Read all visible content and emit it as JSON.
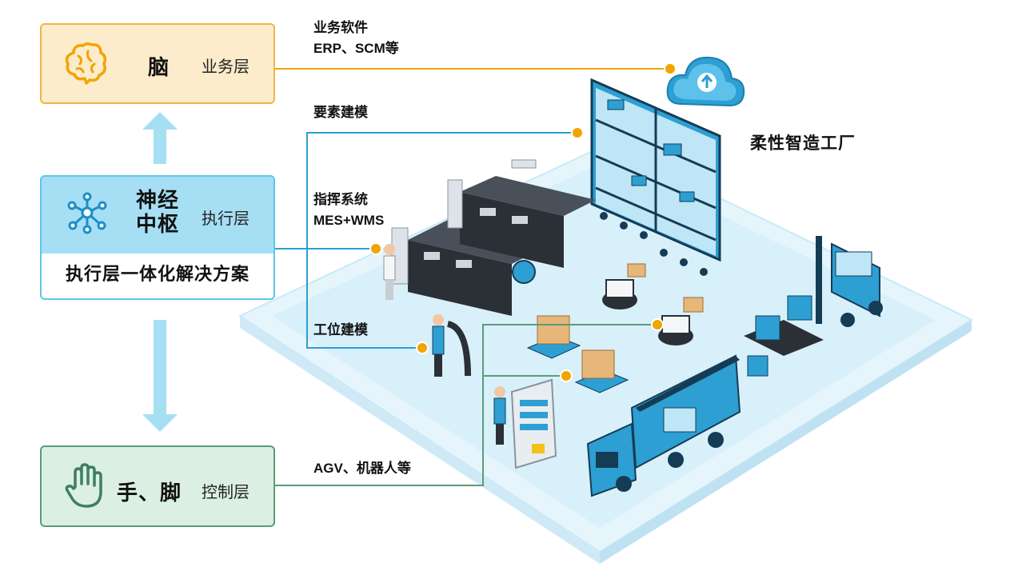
{
  "layers": {
    "business": {
      "name": "脑",
      "sub": "业务层",
      "icon": "brain-icon",
      "color": "#f0b548"
    },
    "execution": {
      "name_line1": "神经",
      "name_line2": "中枢",
      "sub": "执行层",
      "solution": "执行层一体化解决方案",
      "icon": "network-icon",
      "color": "#5cc6ea"
    },
    "control": {
      "name": "手、脚",
      "sub": "控制层",
      "icon": "hand-icon",
      "color": "#5b9b7a"
    }
  },
  "labels": {
    "business_software": "业务软件",
    "erp_scm": "ERP、SCM等",
    "element_modeling": "要素建模",
    "command_system": "指挥系统",
    "mes_wms": "MES+WMS",
    "station_modeling": "工位建模",
    "agv_robot": "AGV、机器人等"
  },
  "factory_title": "柔性智造工厂",
  "icons": {
    "cloud": "cloud-upload-icon",
    "arrow_up": "arrow-up-icon",
    "arrow_down": "arrow-down-icon"
  }
}
